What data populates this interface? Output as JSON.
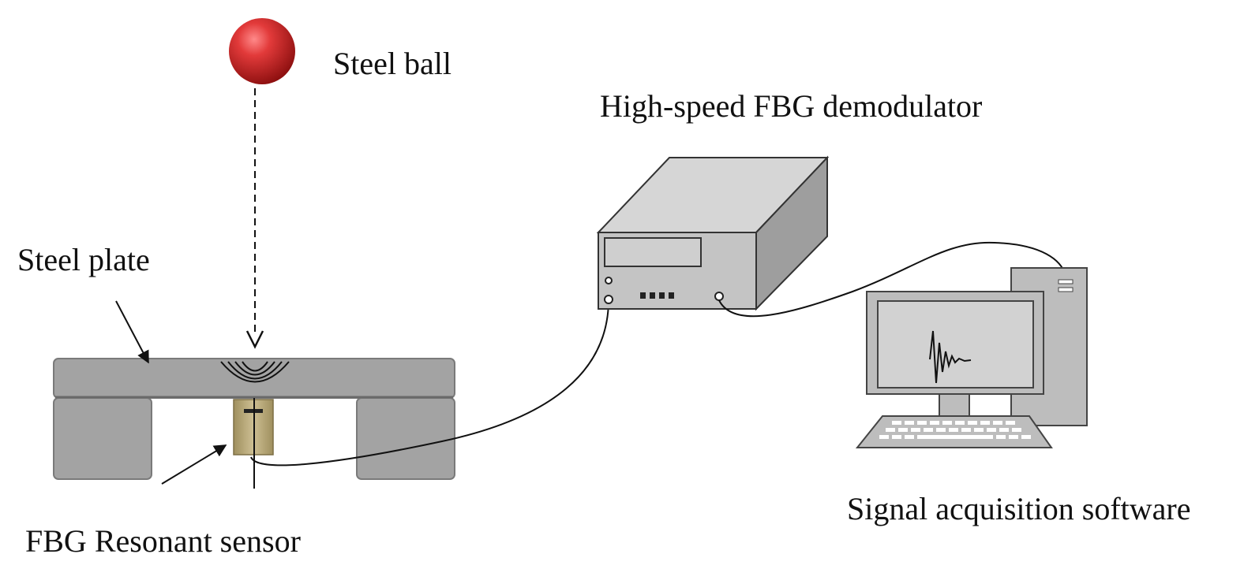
{
  "labels": {
    "steel_ball": "Steel ball",
    "demodulator": "High-speed FBG demodulator",
    "steel_plate": "Steel plate",
    "sensor": "FBG Resonant sensor",
    "software": "Signal acquisition software"
  },
  "colors": {
    "ball": "#d42a2a",
    "plate": "#a3a3a3",
    "plate_edge": "#7a7a7a",
    "sensor": "#b8a87a",
    "device": "#c4c4c4",
    "device_top": "#d6d6d6",
    "device_side": "#9e9e9e",
    "screen": "#cfcfcf",
    "line": "#111111"
  }
}
